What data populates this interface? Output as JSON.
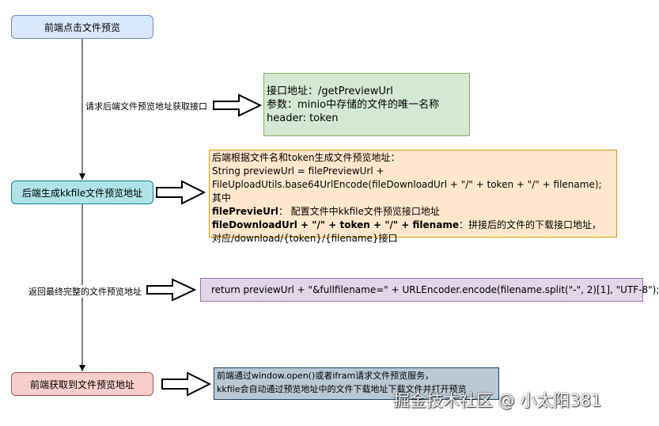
{
  "nodes": {
    "frontend_click": "前端点击文件预览",
    "backend_generate": "后端生成kkfile文件预览地址",
    "frontend_get": "前端获取到文件预览地址"
  },
  "edge_labels": {
    "request_api": "请求后端文件预览地址获取接口",
    "return_url": "返回最终完整的文件预览地址"
  },
  "notes": {
    "api_info": {
      "lines": [
        "接口地址：/getPreviewUrl",
        "参数：minio中存储的文件的唯一名称",
        "header: token"
      ]
    },
    "generate_logic": {
      "line1": "后端根据文件名和token生成文件预览地址：",
      "line2": "String previewUrl = filePreviewUrl +",
      "line3": "FileUploadUtils.base64UrlEncode(fileDownloadUrl + \"/\" + token + \"/\" + filename);",
      "line4": "其中",
      "line5_bold": "filePrevieUrl",
      "line5_rest": "：   配置文件中kkfile文件预览接口地址",
      "line6_bold": "fileDownloadUrl + \"/\" + token + \"/\" + filename",
      "line6_rest": "：拼接后的文件的下载接口地址，",
      "line7": "对应/download/{token}/{filename}接口"
    },
    "return_statement": "return previewUrl + \"&fullfilename=\" + URLEncoder.encode(filename.split(\"-\", 2)[1], \"UTF-8\");",
    "frontend_open": {
      "line1": "前端通过window.open()或者ifram请求文件预览服务，",
      "line2": "kkfile会自动通过预览地址中的文件下载地址下载文件并打开预览"
    }
  },
  "watermark": "掘金技术社区 @ 小太阳381"
}
